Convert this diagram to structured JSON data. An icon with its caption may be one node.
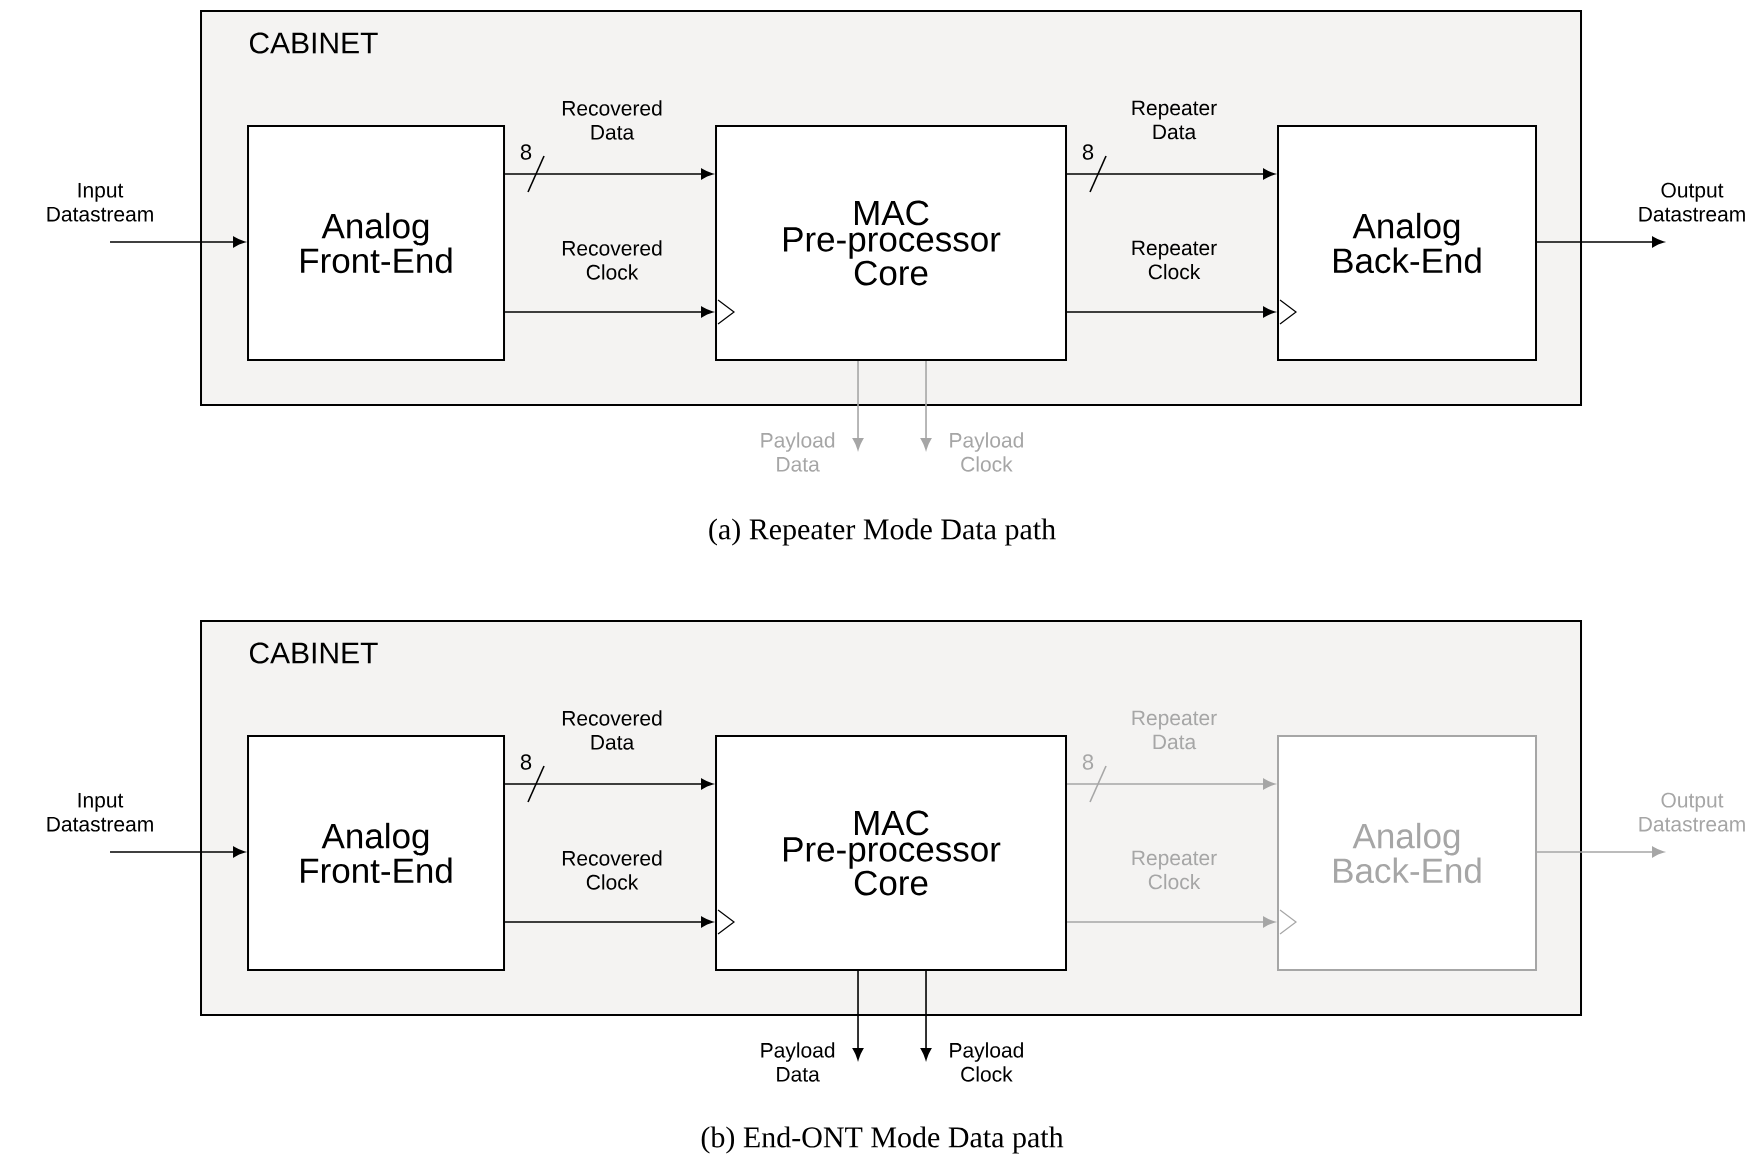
{
  "diagram": {
    "nodes": [
      {
        "text": [
          "CABINET"
        ]
      },
      {
        "text": [
          "Analog Front-End"
        ],
        "in": 0
      },
      {
        "text": [
          "MAC Pre-processor Core"
        ],
        "in": 0
      },
      {
        "text": [
          "Analog Back-End"
        ],
        "in": 0
      },
      {
        "text": [
          "Input Datastream"
        ]
      },
      {
        "text": [
          "Output Datastream"
        ]
      },
      {
        "text": [
          "Payload Data"
        ]
      },
      {
        "text": [
          "Payload Clock"
        ]
      },
      {
        "text": [
          "CABINET"
        ]
      },
      {
        "text": [
          "Analog Front-End"
        ],
        "in": 8
      },
      {
        "text": [
          "MAC Pre-processor Core"
        ],
        "in": 8
      },
      {
        "text": [
          "Analog Back-End"
        ],
        "in": 8
      },
      {
        "text": [
          "Input Datastream"
        ]
      },
      {
        "text": [
          "Output Datastream"
        ]
      },
      {
        "text": [
          "Payload Data"
        ]
      },
      {
        "text": [
          "Payload Clock"
        ]
      }
    ],
    "edges": [
      {
        "from": 4,
        "to": 1,
        "arrow": "to"
      },
      {
        "from": 1,
        "to": 2,
        "arrow": "to",
        "label": "Recovered Data"
      },
      {
        "from": 1,
        "to": 2,
        "arrow": "to",
        "label": "Recovered Clock"
      },
      {
        "from": 2,
        "to": 3,
        "arrow": "to",
        "label": "Repeater Data"
      },
      {
        "from": 2,
        "to": 3,
        "arrow": "to",
        "label": "Repeater Clock"
      },
      {
        "from": 3,
        "to": 5,
        "arrow": "to"
      },
      {
        "from": 2,
        "to": 6,
        "arrow": "to",
        "color": "#a6a6a6"
      },
      {
        "from": 2,
        "to": 7,
        "arrow": "to",
        "color": "#a6a6a6"
      },
      {
        "from": 12,
        "to": 9,
        "arrow": "to"
      },
      {
        "from": 9,
        "to": 10,
        "arrow": "to",
        "label": "Recovered Data"
      },
      {
        "from": 9,
        "to": 10,
        "arrow": "to",
        "label": "Recovered Clock"
      },
      {
        "from": 10,
        "to": 11,
        "arrow": "to",
        "label": "Repeater Data",
        "color": "#a6a6a6"
      },
      {
        "from": 10,
        "to": 11,
        "arrow": "to",
        "label": "Repeater Clock",
        "color": "#a6a6a6"
      },
      {
        "from": 11,
        "to": 13,
        "arrow": "to",
        "color": "#a6a6a6"
      },
      {
        "from": 10,
        "to": 14,
        "arrow": "to"
      },
      {
        "from": 10,
        "to": 15,
        "arrow": "to"
      }
    ],
    "labels": [
      "8",
      "8",
      "(a) Repeater Mode Data path",
      "8",
      "8",
      "(b) End-ONT Mode Data path"
    ]
  }
}
